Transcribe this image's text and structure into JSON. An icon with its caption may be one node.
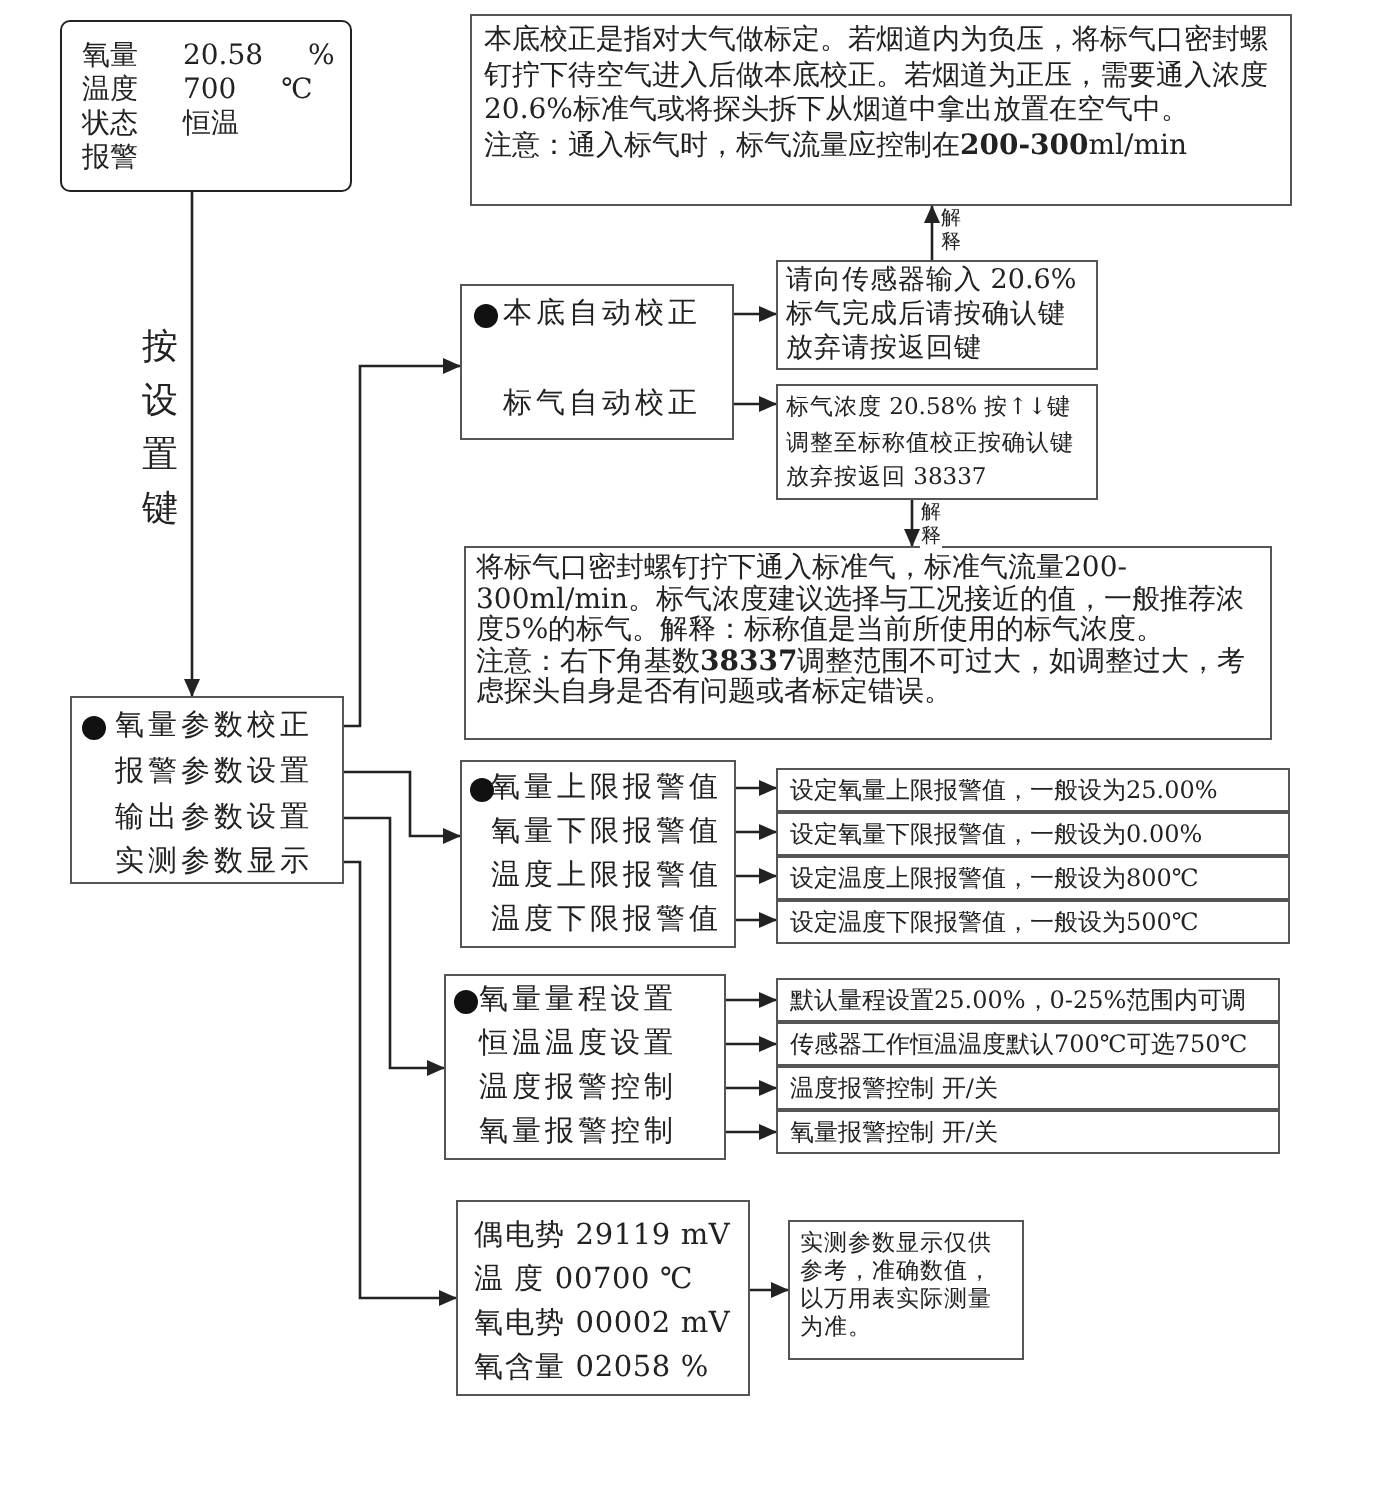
{
  "diagram": {
    "nodes": [
      {
        "text": [
          "氧量 20.58 %",
          "温度 700 ℃",
          "状态 恒温",
          "报警"
        ]
      },
      {
        "text": [],
        "shape": "box"
      },
      {
        "text": [
          "氧量参数校正"
        ],
        "in": 1
      },
      {
        "text": [
          "报警参数设置"
        ],
        "in": 1
      },
      {
        "text": [
          "输出参数设置"
        ],
        "in": 1
      },
      {
        "text": [
          "实测参数显示"
        ],
        "in": 1
      },
      {
        "text": [],
        "shape": "box"
      },
      {
        "text": [
          "本底自动校正"
        ],
        "in": 6
      },
      {
        "text": [
          "标气自动校正"
        ],
        "in": 6
      },
      {
        "text": [
          "本底校正是指对大气做标定。若烟道内为负压，将标气口密封螺钉拧下待空气进入后做本底校正。若烟道为正压，需要通入浓度20.6%标准气或将探头拆下从烟道中拿出放置在空气中。",
          "注意：通入标气时，标气流量应控制在**200-300**ml/min"
        ]
      },
      {
        "text": [
          "请向传感器输入 20.6%标气完成后请按确认键放弃请按返回键"
        ]
      },
      {
        "text": [
          "标气浓度 20.58% 按↑↓键调整至标称值校正按确认键放弃按返回 38337"
        ]
      },
      {
        "text": [
          "将标气口密封螺钉拧下通入标准气，标准气流量200-300ml/min。标气浓度建议选择与工况接近的值，一般推荐浓度5%的标气。解释：标称值是当前所使用的标气浓度。",
          "注意：右下角基数**38337**调整范围不可过大，如调整过大，考虑探头自身是否有问题或者标定错误。"
        ]
      },
      {
        "text": [],
        "shape": "box"
      },
      {
        "text": [
          "氧量上限报警值"
        ],
        "in": 13
      },
      {
        "text": [
          "氧量下限报警值"
        ],
        "in": 13
      },
      {
        "text": [
          "温度上限报警值"
        ],
        "in": 13
      },
      {
        "text": [
          "温度下限报警值"
        ],
        "in": 13
      },
      {
        "text": [
          "设定氧量上限报警值，一般设为25.00%"
        ]
      },
      {
        "text": [
          "设定氧量下限报警值，一般设为0.00%"
        ]
      },
      {
        "text": [
          "设定温度上限报警值，一般设为800℃"
        ]
      },
      {
        "text": [
          "设定温度下限报警值，一般设为500℃"
        ]
      },
      {
        "text": [],
        "shape": "box"
      },
      {
        "text": [
          "氧量量程设置"
        ],
        "in": 22
      },
      {
        "text": [
          "恒温温度设置"
        ],
        "in": 22
      },
      {
        "text": [
          "温度报警控制"
        ],
        "in": 22
      },
      {
        "text": [
          "氧量报警控制"
        ],
        "in": 22
      },
      {
        "text": [
          "默认量程设置25.00%，0-25%范围内可调"
        ]
      },
      {
        "text": [
          "传感器工作恒温温度默认700℃可选750℃"
        ]
      },
      {
        "text": [
          "温度报警控制 开/关"
        ]
      },
      {
        "text": [
          "氧量报警控制 开/关"
        ]
      },
      {
        "text": [
          "偶电势 29119 mV",
          "温 度 00700 ℃",
          "氧电势 00002 mV",
          "氧含量 02058 %"
        ]
      },
      {
        "text": [
          "实测参数显示仅供参考，准确数值，以万用表实际测量为准。"
        ]
      }
    ],
    "edges": [
      {
        "from": 0,
        "to": 1,
        "arrow": "to",
        "label": "按设置键"
      },
      {
        "from": 2,
        "to": 6,
        "arrow": "to"
      },
      {
        "from": 3,
        "to": 13,
        "arrow": "to"
      },
      {
        "from": 4,
        "to": 22,
        "arrow": "to"
      },
      {
        "from": 5,
        "to": 31,
        "arrow": "to"
      },
      {
        "from": 7,
        "to": 10,
        "arrow": "to"
      },
      {
        "from": 10,
        "to": 9,
        "arrow": "to",
        "label": "解释"
      },
      {
        "from": 8,
        "to": 11,
        "arrow": "to"
      },
      {
        "from": 11,
        "to": 12,
        "arrow": "to",
        "label": "解释"
      },
      {
        "from": 14,
        "to": 18,
        "arrow": "to"
      },
      {
        "from": 15,
        "to": 19,
        "arrow": "to"
      },
      {
        "from": 16,
        "to": 20,
        "arrow": "to"
      },
      {
        "from": 17,
        "to": 21,
        "arrow": "to"
      },
      {
        "from": 23,
        "to": 27,
        "arrow": "to"
      },
      {
        "from": 24,
        "to": 28,
        "arrow": "to"
      },
      {
        "from": 25,
        "to": 29,
        "arrow": "to"
      },
      {
        "from": 26,
        "to": 30,
        "arrow": "to"
      },
      {
        "from": 31,
        "to": 32,
        "arrow": "to"
      }
    ]
  }
}
